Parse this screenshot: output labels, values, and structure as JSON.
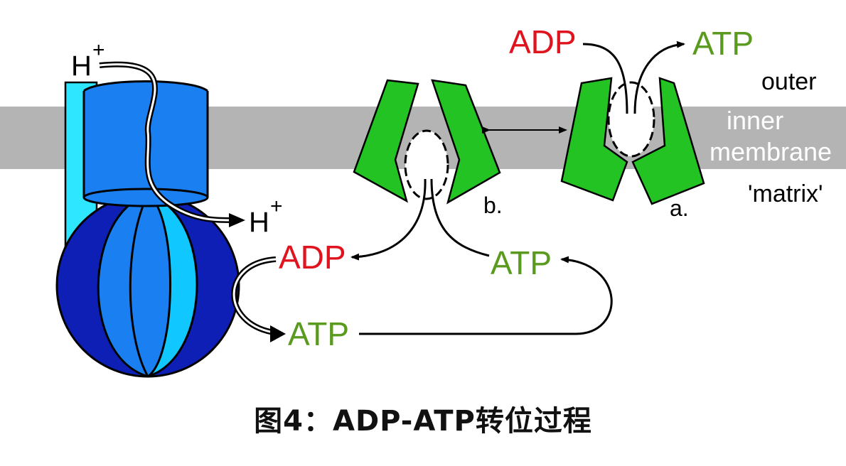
{
  "labels": {
    "h_plus_top": "H",
    "h_plus_right": "H",
    "superscript_plus": "+",
    "outer": "outer",
    "inner": "inner",
    "membrane": "membrane",
    "matrix": "'matrix'",
    "state_a": "a.",
    "state_b": "b.",
    "adp_top": "ADP",
    "atp_top": "ATP",
    "adp_left": "ADP",
    "atp_middle": "ATP",
    "atp_bottom": "ATP"
  },
  "caption": "图4：ADP-ATP转位过程",
  "colors": {
    "membrane": "#b4b4b4",
    "translocase": "#22c322",
    "synthase_top": "#1a7ff0",
    "synthase_stalk": "#2ee6ff",
    "synthase_head_dark": "#0d1fb4",
    "synthase_head_light": "#10c8ff",
    "adp_text": "#e0141e",
    "atp_text": "#5a9a1e"
  }
}
